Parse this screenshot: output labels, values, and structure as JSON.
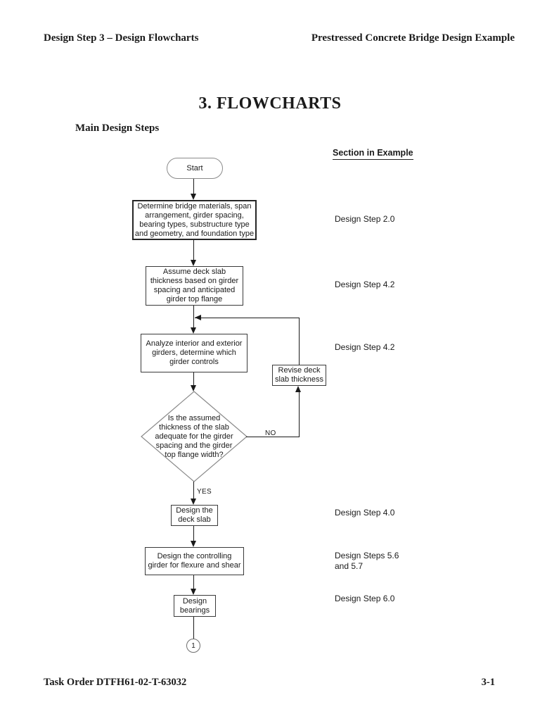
{
  "page": {
    "header_left": "Design Step 3 – Design Flowcharts",
    "header_right": "Prestressed Concrete Bridge Design Example",
    "footer_left": "Task Order DTFH61-02-T-63032",
    "footer_right": "3-1"
  },
  "title": "3. FLOWCHARTS",
  "subtitle": "Main Design Steps",
  "column_header": "Section in Example",
  "flowchart": {
    "start_label": "Start",
    "box_materials": "Determine bridge materials, span\narrangement, girder spacing,\nbearing types, substructure type\nand geometry, and foundation type",
    "box_assume": "Assume deck slab\nthickness based on girder\nspacing and anticipated\ngirder top flange",
    "box_analyze": "Analyze interior and exterior\ngirders, determine which\ngirder controls",
    "box_revise": "Revise deck\nslab thickness",
    "diamond_question": "Is the assumed\nthickness of the slab\nadequate for the girder\nspacing and the girder\ntop flange width?",
    "no_label": "NO",
    "yes_label": "YES",
    "box_deck_slab": "Design the\ndeck slab",
    "box_girder": "Design the controlling\ngirder for flexure and shear",
    "box_bearings": "Design\nbearings",
    "connector_label": "1"
  },
  "section_labels": [
    "Design Step 2.0",
    "Design Step 4.2",
    "Design Step 4.2",
    "Design Step 4.0",
    "Design Steps 5.6\nand 5.7",
    "Design Step 6.0"
  ],
  "colors": {
    "line": "#1a1a1a",
    "text": "#1a1a1a",
    "background": "#ffffff"
  }
}
